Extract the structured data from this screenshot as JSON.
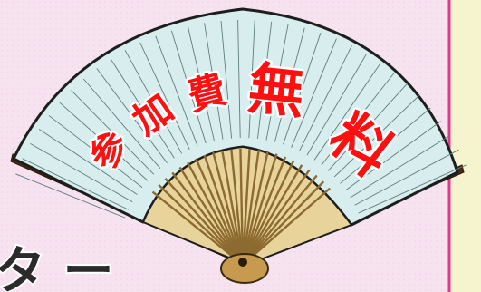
{
  "fan": {
    "chars": [
      {
        "text": "参"
      },
      {
        "text": "加"
      },
      {
        "text": "費"
      },
      {
        "text": "無"
      },
      {
        "text": "料"
      }
    ],
    "paper_color": "#d8eeee",
    "rib_color": "#c49e5c",
    "guard_color": "#4a2a12",
    "label_color": "#ff0f0f"
  },
  "cropped_text": "タ ー",
  "side_panel": {
    "border_color": "#e03a8c",
    "fill_color": "#f6f3cf"
  }
}
